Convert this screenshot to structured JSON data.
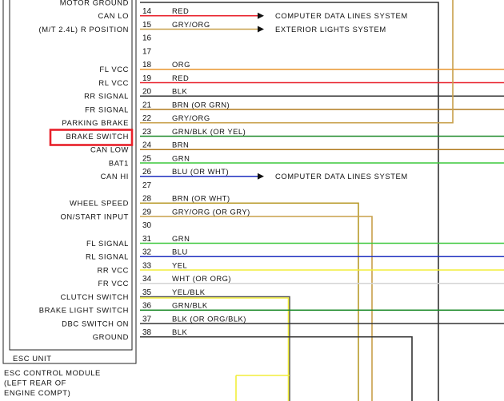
{
  "colors": {
    "RED": "#e8212b",
    "ORG": "#e8962e",
    "BLK": "#333333",
    "BRN": "#b07a1e",
    "GRN": "#3cc83c",
    "BLU": "#1f2fbf",
    "YEL": "#f2ee3a",
    "WHT": "#cfcfcf",
    "DKGRN": "#1e8a2a",
    "TAN": "#c8a04a",
    "DGOLD": "#b89a2a",
    "highlight": "#e8202a"
  },
  "pins": [
    {
      "num": "",
      "label": "MOTOR GROUND",
      "wire": "",
      "dest": ""
    },
    {
      "num": "14",
      "label": "CAN LO",
      "wire": "RED",
      "dest": "COMPUTER DATA LINES SYSTEM"
    },
    {
      "num": "15",
      "label": "(M/T 2.4L)  R POSITION",
      "wire": "GRY/ORG",
      "dest": "EXTERIOR LIGHTS SYSTEM"
    },
    {
      "num": "16",
      "label": "",
      "wire": "",
      "dest": ""
    },
    {
      "num": "17",
      "label": "",
      "wire": "",
      "dest": ""
    },
    {
      "num": "18",
      "label": "FL VCC",
      "wire": "ORG",
      "dest": ""
    },
    {
      "num": "19",
      "label": "RL VCC",
      "wire": "RED",
      "dest": ""
    },
    {
      "num": "20",
      "label": "RR SIGNAL",
      "wire": "BLK",
      "dest": ""
    },
    {
      "num": "21",
      "label": "FR SIGNAL",
      "wire": "BRN (OR GRN)",
      "dest": ""
    },
    {
      "num": "22",
      "label": "PARKING BRAKE",
      "wire": "GRY/ORG",
      "dest": ""
    },
    {
      "num": "23",
      "label": "BRAKE SWITCH",
      "wire": "GRN/BLK (OR YEL)",
      "dest": ""
    },
    {
      "num": "24",
      "label": "CAN LOW",
      "wire": "BRN",
      "dest": ""
    },
    {
      "num": "25",
      "label": "BAT1",
      "wire": "GRN",
      "dest": ""
    },
    {
      "num": "26",
      "label": "CAN HI",
      "wire": "BLU (OR WHT)",
      "dest": "COMPUTER DATA LINES SYSTEM"
    },
    {
      "num": "27",
      "label": "",
      "wire": "",
      "dest": ""
    },
    {
      "num": "28",
      "label": "WHEEL SPEED",
      "wire": "BRN (OR WHT)",
      "dest": ""
    },
    {
      "num": "29",
      "label": "ON/START INPUT",
      "wire": "GRY/ORG (OR GRY)",
      "dest": ""
    },
    {
      "num": "30",
      "label": "",
      "wire": "",
      "dest": ""
    },
    {
      "num": "31",
      "label": "FL SIGNAL",
      "wire": "GRN",
      "dest": ""
    },
    {
      "num": "32",
      "label": "RL SIGNAL",
      "wire": "BLU",
      "dest": ""
    },
    {
      "num": "33",
      "label": "RR VCC",
      "wire": "YEL",
      "dest": ""
    },
    {
      "num": "34",
      "label": "FR VCC",
      "wire": "WHT (OR ORG)",
      "dest": ""
    },
    {
      "num": "35",
      "label": "CLUTCH SWITCH",
      "wire": "YEL/BLK",
      "dest": ""
    },
    {
      "num": "36",
      "label": "BRAKE LIGHT SWITCH",
      "wire": "GRN/BLK",
      "dest": ""
    },
    {
      "num": "37",
      "label": "DBC SWITCH ON",
      "wire": "BLK (OR ORG/BLK)",
      "dest": ""
    },
    {
      "num": "38",
      "label": "GROUND",
      "wire": "BLK",
      "dest": ""
    }
  ],
  "unit_label": "ESC UNIT",
  "module_caption": [
    "ESC CONTROL MODULE",
    "(LEFT REAR OF",
    "ENGINE COMPT)"
  ],
  "highlighted_label": "BRAKE SWITCH"
}
